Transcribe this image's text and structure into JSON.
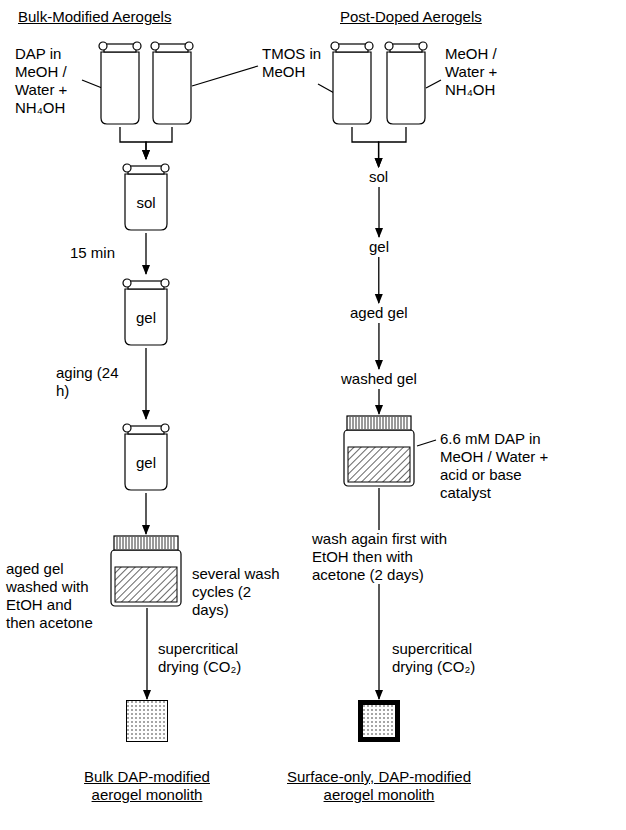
{
  "diagram": {
    "nodes": [
      {
        "text": [
          "DAP in MeOH / Water + NH₄OH"
        ]
      },
      {
        "text": []
      },
      {
        "text": [
          "TMOS in MeOH"
        ]
      },
      {
        "text": [
          "MeOH / Water + NH₄OH"
        ]
      },
      {
        "text": [
          "sol"
        ]
      },
      {
        "text": [
          "sol"
        ]
      },
      {
        "text": [
          "gel"
        ]
      },
      {
        "text": [
          "gel"
        ]
      },
      {
        "text": [
          "aged gel"
        ]
      },
      {
        "text": [
          "gel"
        ]
      },
      {
        "text": [
          "washed gel"
        ]
      },
      {
        "text": [
          "aged gel washed with EtOH and then acetone",
          "several wash cycles (2 days)"
        ]
      },
      {
        "text": [
          "6.6 mM DAP in MeOH / Water + acid or base catalyst"
        ]
      },
      {
        "text": [
          "Bulk DAP-modified aerogel monolith"
        ]
      },
      {
        "text": [
          "Surface-only, DAP-modified aerogel monolith"
        ]
      }
    ],
    "edges": [
      {
        "from": 0,
        "to": 4,
        "arrow": "to"
      },
      {
        "from": 1,
        "to": 4,
        "arrow": "to"
      },
      {
        "from": 2,
        "to": 5,
        "arrow": "to"
      },
      {
        "from": 3,
        "to": 5,
        "arrow": "to"
      },
      {
        "from": 4,
        "to": 6,
        "label": "15 min",
        "arrow": "to"
      },
      {
        "from": 6,
        "to": 9,
        "label": "aging (24 h)",
        "arrow": "to"
      },
      {
        "from": 9,
        "to": 11,
        "arrow": "to"
      },
      {
        "from": 11,
        "to": 13,
        "label": "supercritical drying (CO₂)",
        "arrow": "to"
      },
      {
        "from": 5,
        "to": 7,
        "arrow": "to"
      },
      {
        "from": 7,
        "to": 8,
        "arrow": "to"
      },
      {
        "from": 8,
        "to": 10,
        "arrow": "to"
      },
      {
        "from": 10,
        "to": 12,
        "arrow": "to"
      },
      {
        "from": 12,
        "to": 14,
        "label": "supercritical drying (CO₂)",
        "arrow": "to"
      }
    ],
    "labels": [
      "Bulk-Modified Aerogels",
      "Post-Doped Aerogels",
      "wash again first with EtOH then with acetone (2 days)"
    ]
  }
}
